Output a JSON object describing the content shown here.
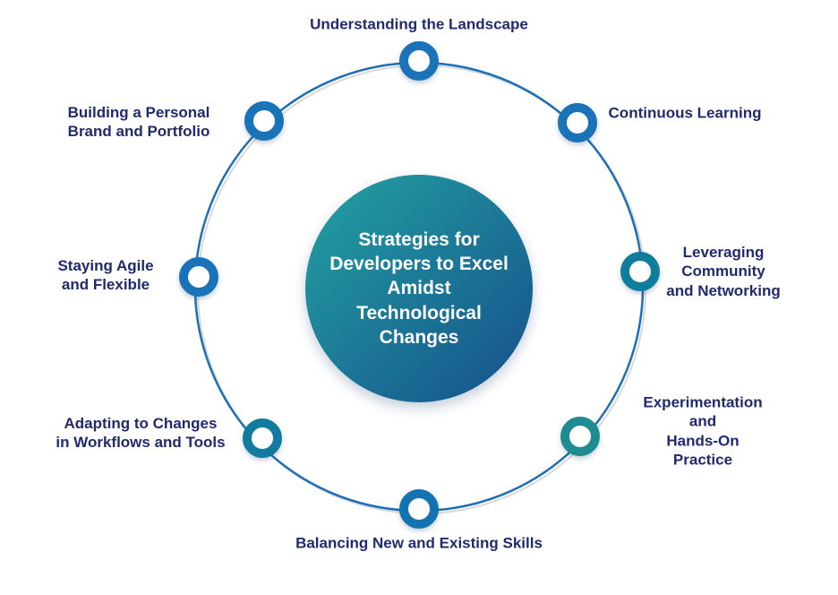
{
  "title": "Strategies for Developers to Excel Amidst Technological Changes",
  "center": {
    "label": "Strategies for\nDevelopers to Excel\nAmidst\nTechnological\nChanges",
    "gradient_start": "#23a2a2",
    "gradient_end": "#154f8b"
  },
  "colors": {
    "label_text": "#202a6d",
    "circle_stroke": "#1d6fb5",
    "circle_shadow_stroke": "#d9d9d9"
  },
  "nodes": [
    {
      "position": "top",
      "label": "Understanding the Landscape",
      "color": "#1a72b8"
    },
    {
      "position": "top-right",
      "label": "Continuous Learning",
      "color": "#1a72b8"
    },
    {
      "position": "right",
      "label": "Leveraging\nCommunity\nand Networking",
      "color": "#0f7e9c"
    },
    {
      "position": "bottom-right",
      "label": "Experimentation and\nHands-On Practice",
      "color": "#1d8d92"
    },
    {
      "position": "bottom",
      "label": "Balancing New and Existing Skills",
      "color": "#1273b0"
    },
    {
      "position": "bottom-left",
      "label": "Adapting to Changes\nin Workflows and Tools",
      "color": "#127a9e"
    },
    {
      "position": "left",
      "label": "Staying Agile\nand Flexible",
      "color": "#1a72b8"
    },
    {
      "position": "top-left",
      "label": "Building a Personal\nBrand and Portfolio",
      "color": "#1a72b8"
    }
  ]
}
